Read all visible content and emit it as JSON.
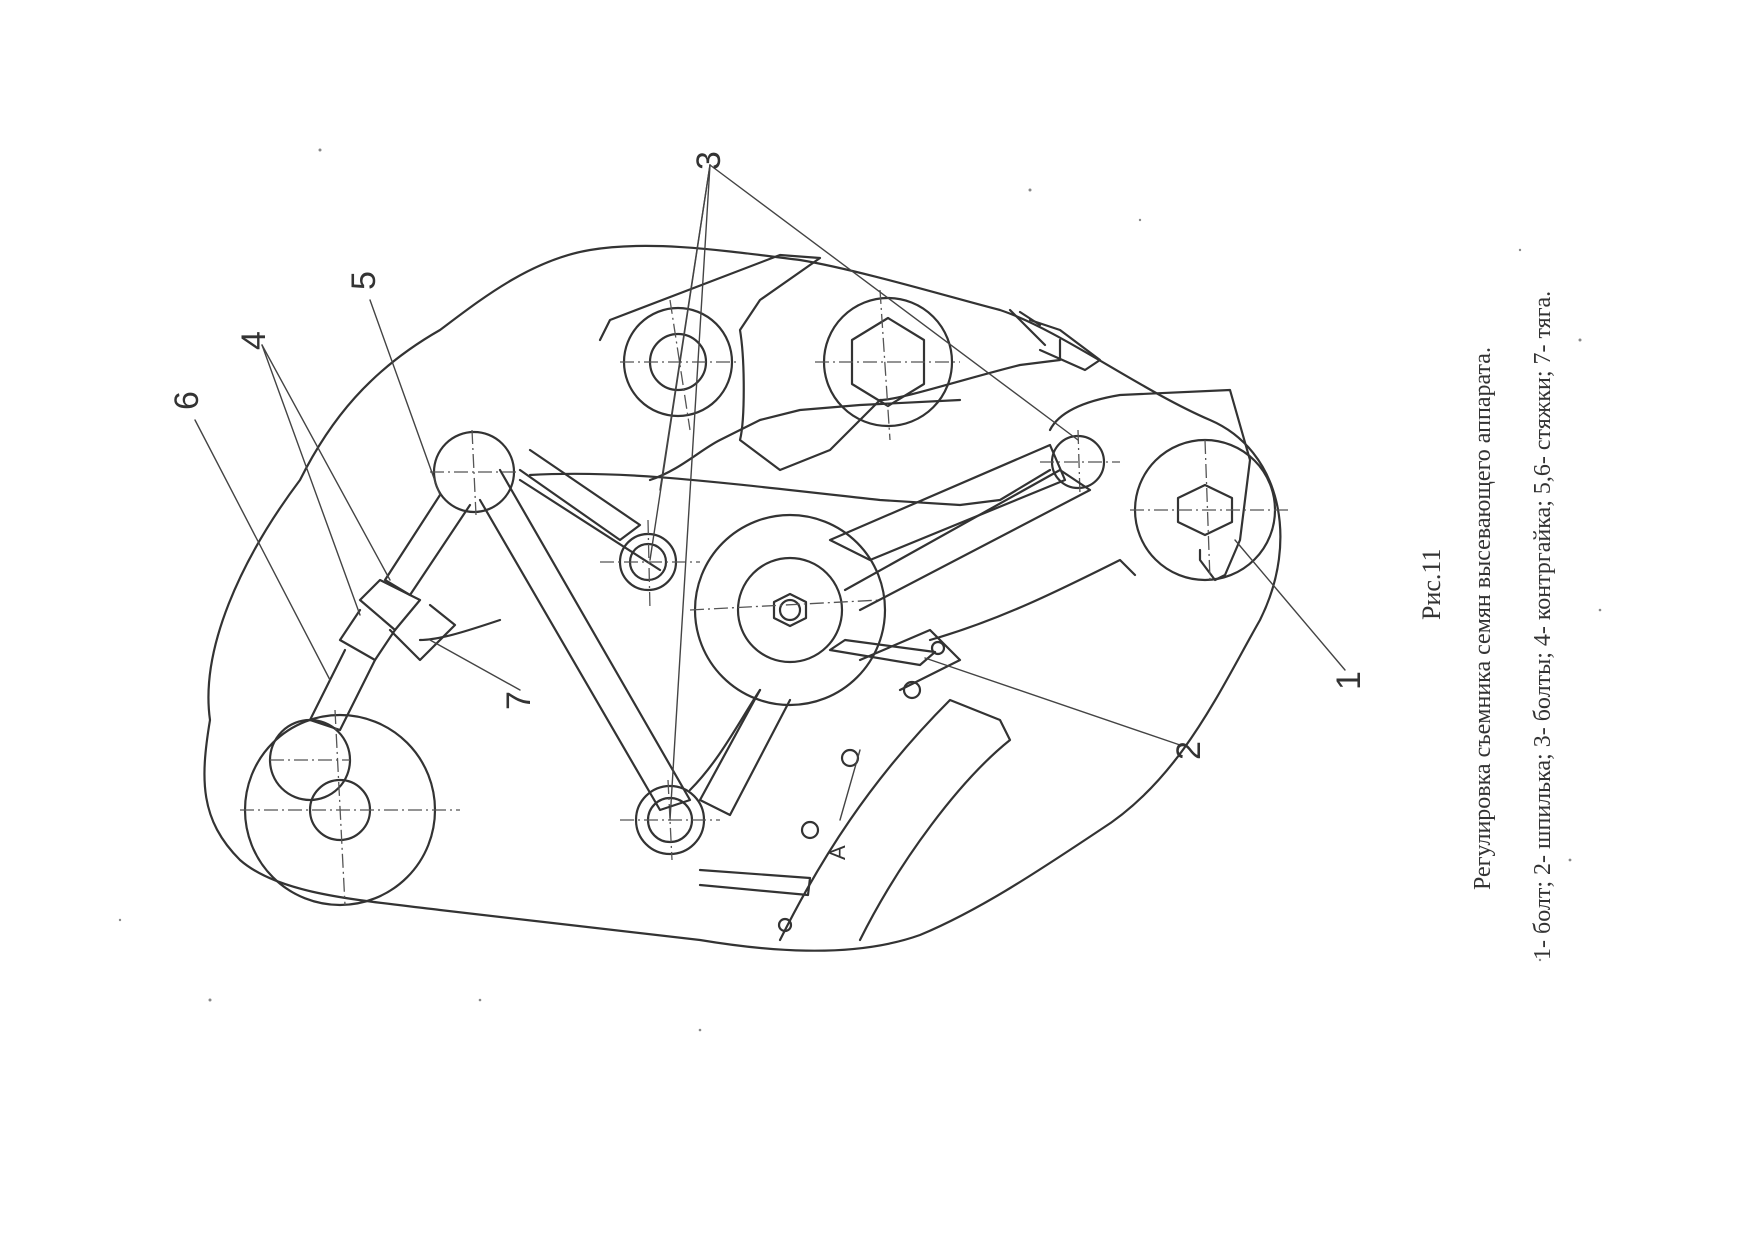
{
  "figure": {
    "caption_number": "Рис.11",
    "caption_title": "Регулировка съемника семян высевающего аппарата.",
    "caption_legend": "1- болт; 2- шпилька; 3- болты; 4- контргайка; 5,6- стяжки; 7- тяга."
  },
  "callouts": {
    "c1": "1",
    "c2": "2",
    "c3": "3",
    "c4": "4",
    "c5": "5",
    "c6": "6",
    "c7": "7",
    "cA": "A"
  }
}
